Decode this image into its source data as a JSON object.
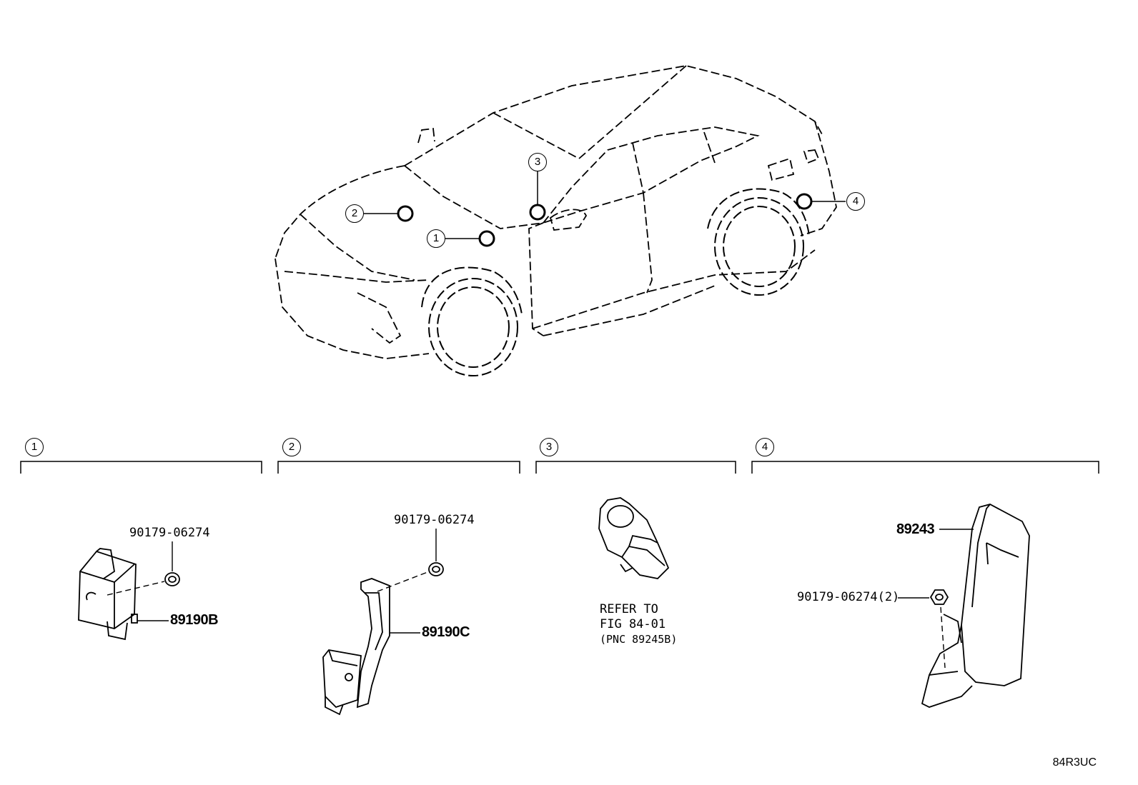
{
  "callouts": [
    "1",
    "2",
    "3",
    "4"
  ],
  "sections": [
    {
      "num": "1"
    },
    {
      "num": "2"
    },
    {
      "num": "3"
    },
    {
      "num": "4"
    }
  ],
  "parts": {
    "sec1_bolt": "90179-06274",
    "sec1_part": "89190B",
    "sec2_bolt": "90179-06274",
    "sec2_part": "89190C",
    "sec3_refer_line1": "REFER TO",
    "sec3_refer_line2": "FIG 84-01",
    "sec3_refer_line3": "(PNC 89245B)",
    "sec4_part": "89243",
    "sec4_bolt": "90179-06274(2)"
  },
  "figure_code": "84R3UC"
}
